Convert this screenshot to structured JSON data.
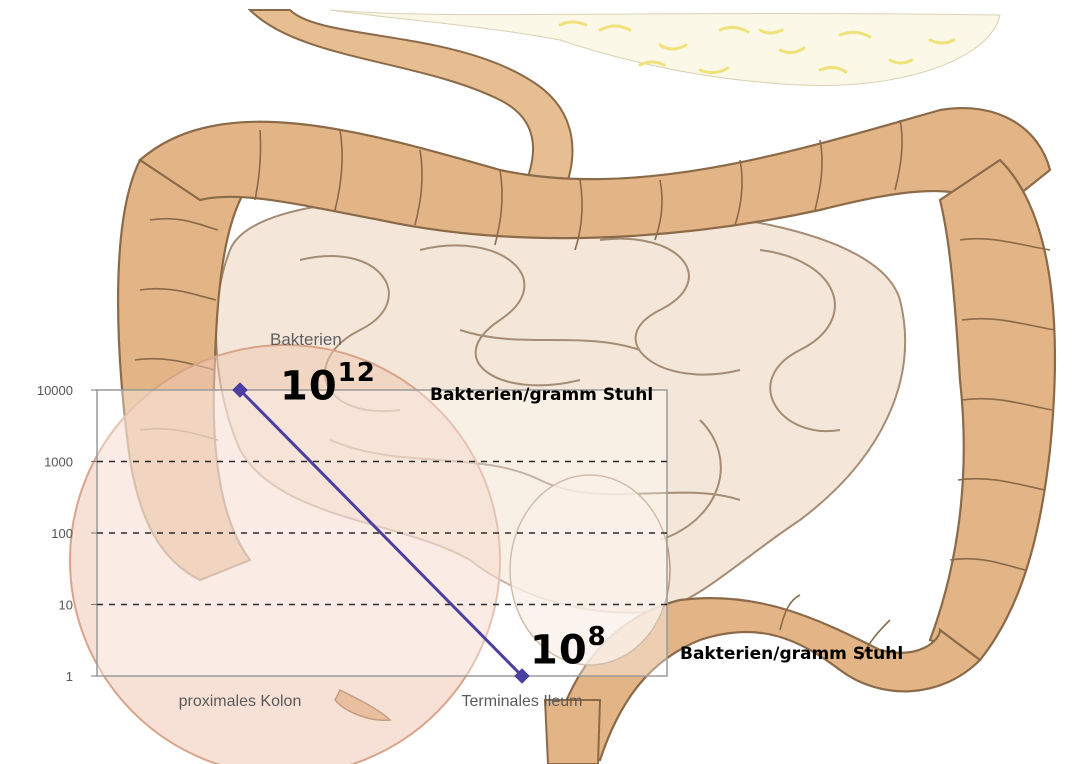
{
  "colors": {
    "line": "#4b3fa0",
    "marker": "#4b3fa0",
    "grid": "#2a2a2a",
    "axis_frame": "#9a9a9a",
    "colon": "#e0b07e",
    "colon_outline": "#8a6a48",
    "small_intestine": "#f3e3d3",
    "liver_highlight": "#f2e28a",
    "cecum_circle": "#f0c8b4"
  },
  "chart_data": {
    "type": "line",
    "title": "",
    "xlabel": "",
    "ylabel": "Bakterien",
    "categories": [
      "proximales Kolon",
      "Terminales Ileum"
    ],
    "y_scale": "log",
    "ylim": [
      1,
      10000
    ],
    "yticks": [
      "10000",
      "1000",
      "100",
      "10",
      "1"
    ],
    "grid": "horizontal-dashed",
    "series": [
      {
        "values": [
          10000,
          1
        ]
      }
    ]
  },
  "annotations": {
    "upper_exponent_base": "10",
    "upper_exponent_power": "12",
    "upper_unit": "Bakterien/gramm Stuhl",
    "lower_exponent_base": "10",
    "lower_exponent_power": "8",
    "lower_unit": "Bakterien/gramm Stuhl"
  }
}
